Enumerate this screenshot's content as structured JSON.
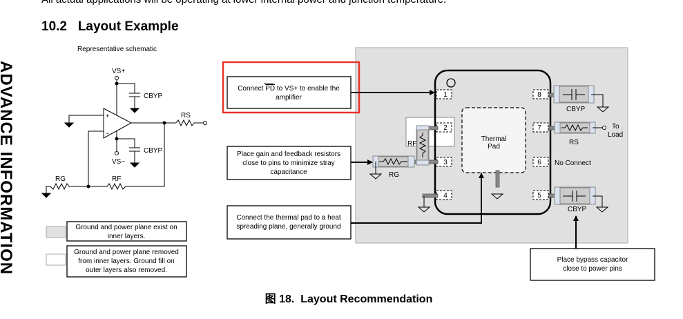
{
  "page": {
    "intro_text": "All actual applications will be operating at lower internal power and junction temperature.",
    "section_heading": "10.2   Layout Example",
    "side_banner": "ADVANCE INFORMATION",
    "figure_caption": "图 18.  Layout Recommendation"
  },
  "schematic": {
    "title": "Representative schematic",
    "vs_plus": "VS+",
    "vs_minus": "VS−",
    "cbyp_top": "CBYP",
    "cbyp_bottom": "CBYP",
    "rs": "RS",
    "rg": "RG",
    "rf": "RF",
    "plus_sign": "+",
    "minus_sign": "−"
  },
  "legend": [
    {
      "swatch_color": "#e0e0e0",
      "text_line1": "Ground and power plane exist on",
      "text_line2": "inner layers.",
      "text_line3": ""
    },
    {
      "swatch_color": "#ffffff",
      "text_line1": "Ground and power plane removed",
      "text_line2": "from inner layers. Ground fill on",
      "text_line3": "outer layers also removed."
    }
  ],
  "callouts": {
    "pd": {
      "prefix": "Connect ",
      "overbar": "PD",
      "suffix": " to VS+ to enable the",
      "line2": "amplifier",
      "highlight_color": "#e8332b"
    },
    "gain": {
      "line1": "Place gain and feedback resistors",
      "line2": "close to pins to minimize stray",
      "line3": "capacitance"
    },
    "thermal": {
      "line1": "Connect the thermal pad to a heat",
      "line2": "spreading plane, generally ground"
    },
    "bypass": {
      "line1": "Place bypass capacitor",
      "line2": "close to power pins"
    }
  },
  "layout": {
    "plane_color": "#e0e0e0",
    "pins": [
      "1",
      "2",
      "3",
      "4",
      "5",
      "6",
      "7",
      "8"
    ],
    "thermal_pad_line1": "Thermal",
    "thermal_pad_line2": "Pad",
    "no_connect": "No Connect",
    "to_load_1": "To",
    "to_load_2": "Load",
    "cbyp_8": "CBYP",
    "cbyp_5": "CBYP",
    "rs": "RS",
    "rg": "RG",
    "rf": "RF"
  }
}
